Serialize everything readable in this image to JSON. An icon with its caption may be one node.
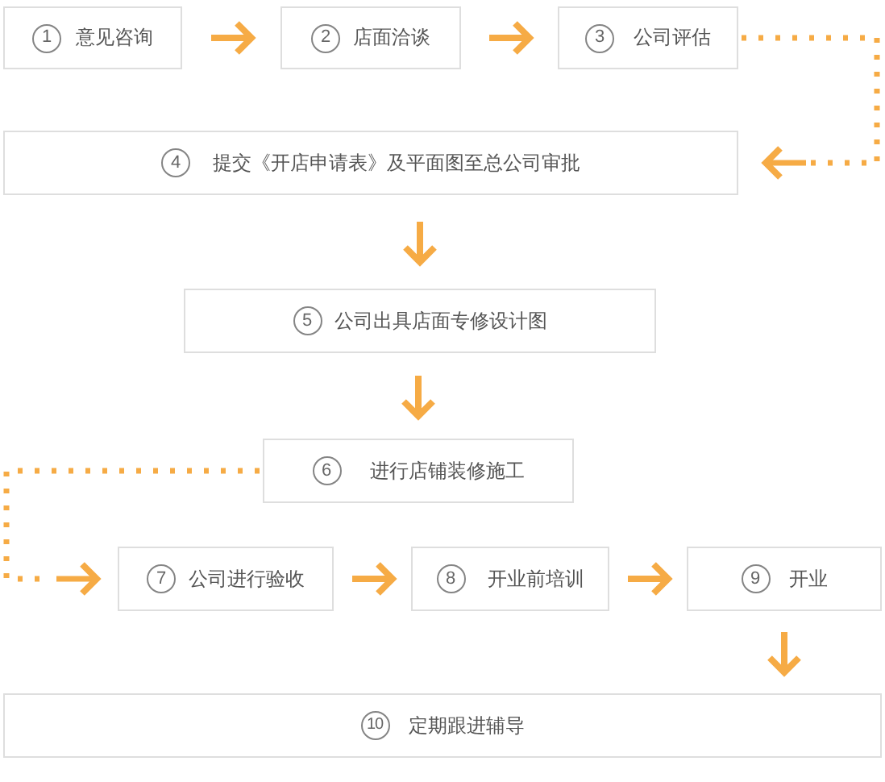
{
  "diagram": {
    "nodes": [
      {
        "text": [
          "1",
          "意见咨询"
        ]
      },
      {
        "text": [
          "2",
          "店面洽谈"
        ]
      },
      {
        "text": [
          "3",
          "公司评估"
        ]
      },
      {
        "text": [
          "4",
          "提交《开店申请表》及平面图至总公司审批"
        ]
      },
      {
        "text": [
          "5",
          "公司出具店面专修设计图"
        ]
      },
      {
        "text": [
          "6",
          "进行店铺装修施工"
        ]
      },
      {
        "text": [
          "7",
          "公司进行验收"
        ]
      },
      {
        "text": [
          "8",
          "开业前培训"
        ]
      },
      {
        "text": [
          "9",
          "开业"
        ]
      },
      {
        "text": [
          "10",
          "定期跟进辅导"
        ]
      }
    ],
    "edges": [
      {
        "from": 0,
        "to": 1,
        "arrow": "to"
      },
      {
        "from": 1,
        "to": 2,
        "arrow": "to"
      },
      {
        "from": 2,
        "to": 3,
        "arrow": "to",
        "style": "dashed"
      },
      {
        "from": 3,
        "to": 4,
        "arrow": "to"
      },
      {
        "from": 4,
        "to": 5,
        "arrow": "to"
      },
      {
        "from": 5,
        "to": 6,
        "arrow": "to",
        "style": "dashed"
      },
      {
        "from": 6,
        "to": 7,
        "arrow": "to"
      },
      {
        "from": 7,
        "to": 8,
        "arrow": "to"
      },
      {
        "from": 8,
        "to": 9,
        "arrow": "to"
      }
    ]
  }
}
